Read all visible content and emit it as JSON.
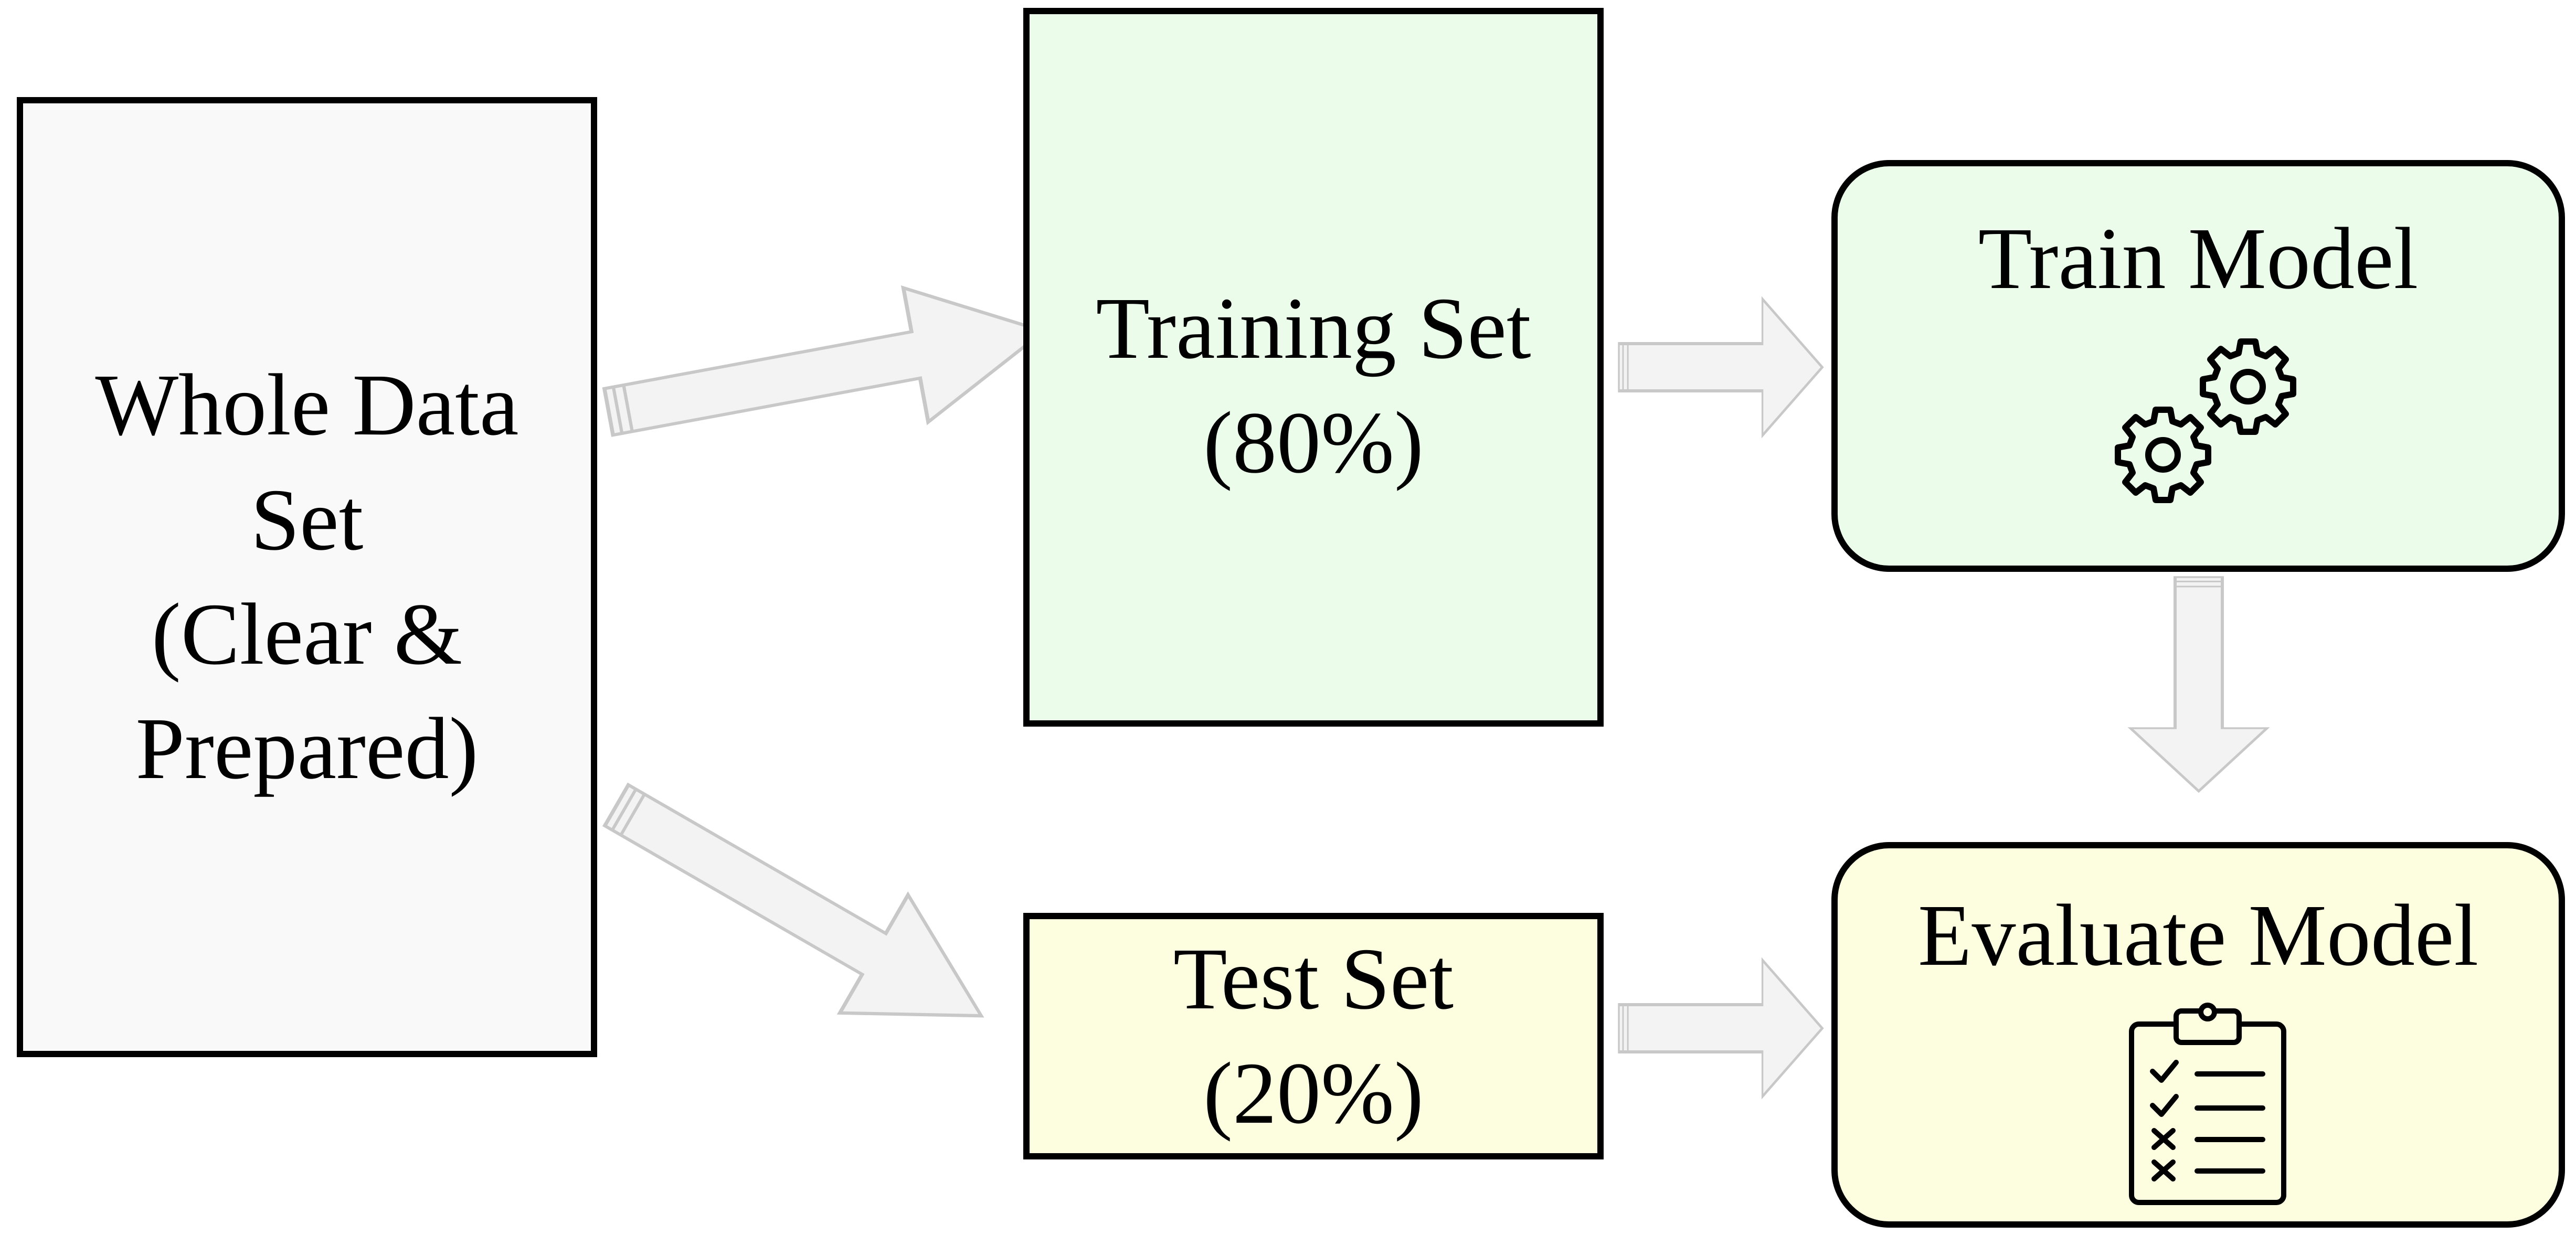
{
  "diagram": {
    "whole_data": {
      "lines": [
        "Whole Data",
        "Set",
        "(Clear &",
        "Prepared)"
      ]
    },
    "training_set": {
      "lines": [
        "Training Set",
        "(80%)"
      ]
    },
    "test_set": {
      "lines": [
        "Test Set",
        "(20%)"
      ]
    },
    "train_model": {
      "label": "Train Model",
      "icon": "gears-icon"
    },
    "evaluate_model": {
      "label": "Evaluate Model",
      "icon": "clipboard-checklist-icon"
    },
    "colors": {
      "whole_fill": "#f9f9f9",
      "train_fill": "#ebfceb",
      "test_fill": "#fdfee0",
      "border": "#000000",
      "arrow_fill": "#f3f3f3",
      "arrow_stroke": "#c8c8c8"
    }
  }
}
